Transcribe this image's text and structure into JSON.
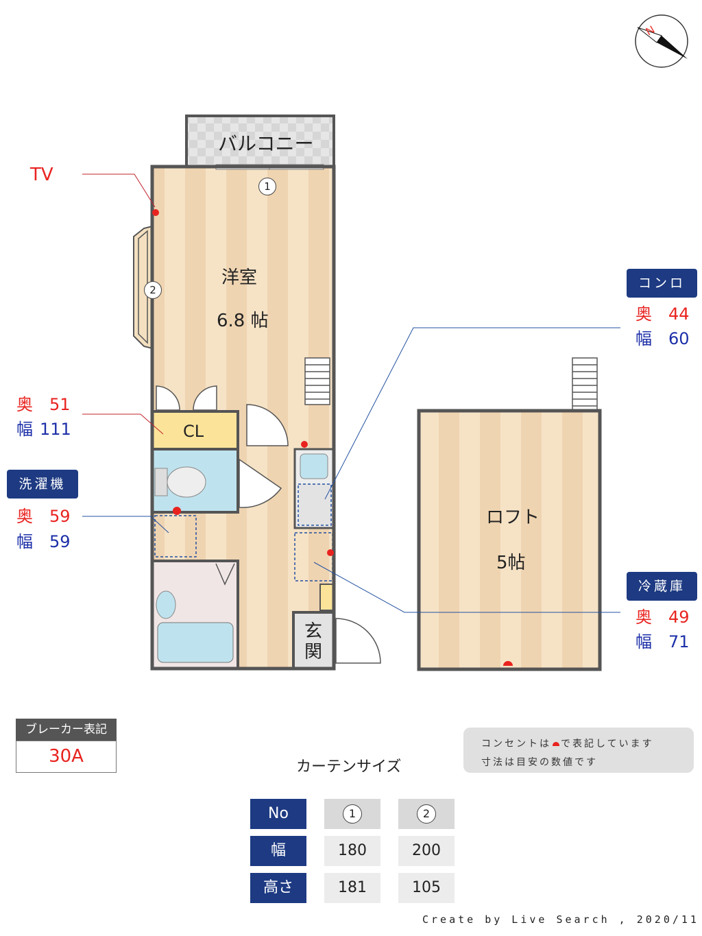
{
  "balcony": "バルコニー",
  "main_room": {
    "name": "洋室",
    "size": "6.8 帖"
  },
  "closet": "CL",
  "entrance": "玄関",
  "loft": {
    "name": "ロフト",
    "size": "5帖"
  },
  "window_markers": [
    "1",
    "2"
  ],
  "tv_label": "TV",
  "closet_dims": {
    "depth_label": "奥",
    "depth": "51",
    "width_label": "幅",
    "width": "111"
  },
  "washer": {
    "tag": "洗濯機",
    "depth_label": "奥",
    "depth": "59",
    "width_label": "幅",
    "width": "59"
  },
  "stove": {
    "tag": "コンロ",
    "depth_label": "奥",
    "depth": "44",
    "width_label": "幅",
    "width": "60"
  },
  "fridge": {
    "tag": "冷蔵庫",
    "depth_label": "奥",
    "depth": "49",
    "width_label": "幅",
    "width": "71"
  },
  "breaker": {
    "label": "ブレーカー表記",
    "value": "30A"
  },
  "note": {
    "line1": "コンセントは",
    "line1b": "で表記しています",
    "line2": "寸法は目安の数値です"
  },
  "curtain": {
    "title": "カーテンサイズ",
    "header": [
      "No",
      "1",
      "2"
    ],
    "rows": [
      {
        "label": "幅",
        "values": [
          "180",
          "200"
        ]
      },
      {
        "label": "高さ",
        "values": [
          "181",
          "105"
        ]
      }
    ]
  },
  "credit": "Create by Live Search , 2020/11",
  "colors": {
    "outlet": "#e8231f",
    "tag_bg": "#1d3a82",
    "floor_a": "#f6e3c6",
    "floor_b": "#efd4b1",
    "water": "#bfe3ee"
  }
}
